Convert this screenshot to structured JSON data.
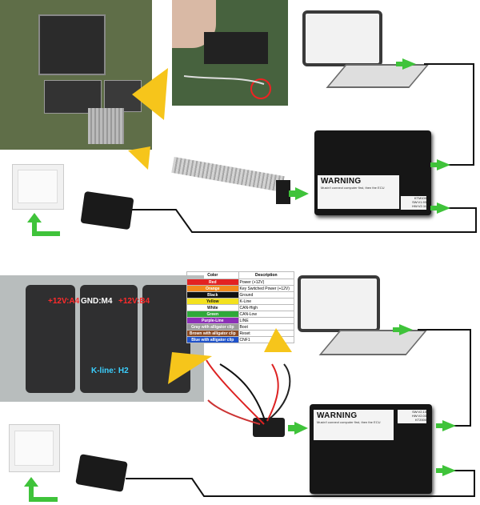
{
  "top": {
    "device": {
      "warning": "WARNING",
      "warning_sub": "Mustn't connect computer first, then the ECU",
      "ids": [
        "KTM100",
        "SW:V1.93",
        "HW:V2.11"
      ]
    }
  },
  "bottom": {
    "device": {
      "warning": "WARNING",
      "warning_sub": "Mustn't connect computer first, then the ECU",
      "ids": [
        "SW:V2.13",
        "HW:V2.03",
        "KT2000"
      ]
    },
    "ecu_labels": {
      "pin1": "+12V:A4",
      "gnd": "GND:M4",
      "pin2": "+12V:B4",
      "kline": "K-line: H2"
    },
    "legend": {
      "headers": [
        "Color",
        "Description"
      ],
      "rows": [
        {
          "color": "Red",
          "desc": "Power (+12V)",
          "bg": "#e32222"
        },
        {
          "color": "Orange",
          "desc": "Key Switched Power (+12V)",
          "bg": "#f28a1c"
        },
        {
          "color": "Black",
          "desc": "Ground",
          "bg": "#111111"
        },
        {
          "color": "Yellow",
          "desc": "K-Line",
          "bg": "#f3e11e"
        },
        {
          "color": "White",
          "desc": "CAN-High",
          "bg": "#ffffff"
        },
        {
          "color": "Green",
          "desc": "CAN-Low",
          "bg": "#2fa83a"
        },
        {
          "color": "Purple-Line",
          "desc": "LINE",
          "bg": "#8c2fb8"
        },
        {
          "color": "Gray with alligator clip",
          "desc": "Boot",
          "bg": "#9a9a9a"
        },
        {
          "color": "Brown with alligator clip",
          "desc": "Reset",
          "bg": "#8b4a22"
        },
        {
          "color": "Blue with alligator clip",
          "desc": "CNF1",
          "bg": "#1f52c9"
        }
      ]
    }
  },
  "colors": {
    "arrow_green": "#3fc33a",
    "arrow_yellow": "#f6c51b",
    "cable": "#111111"
  }
}
